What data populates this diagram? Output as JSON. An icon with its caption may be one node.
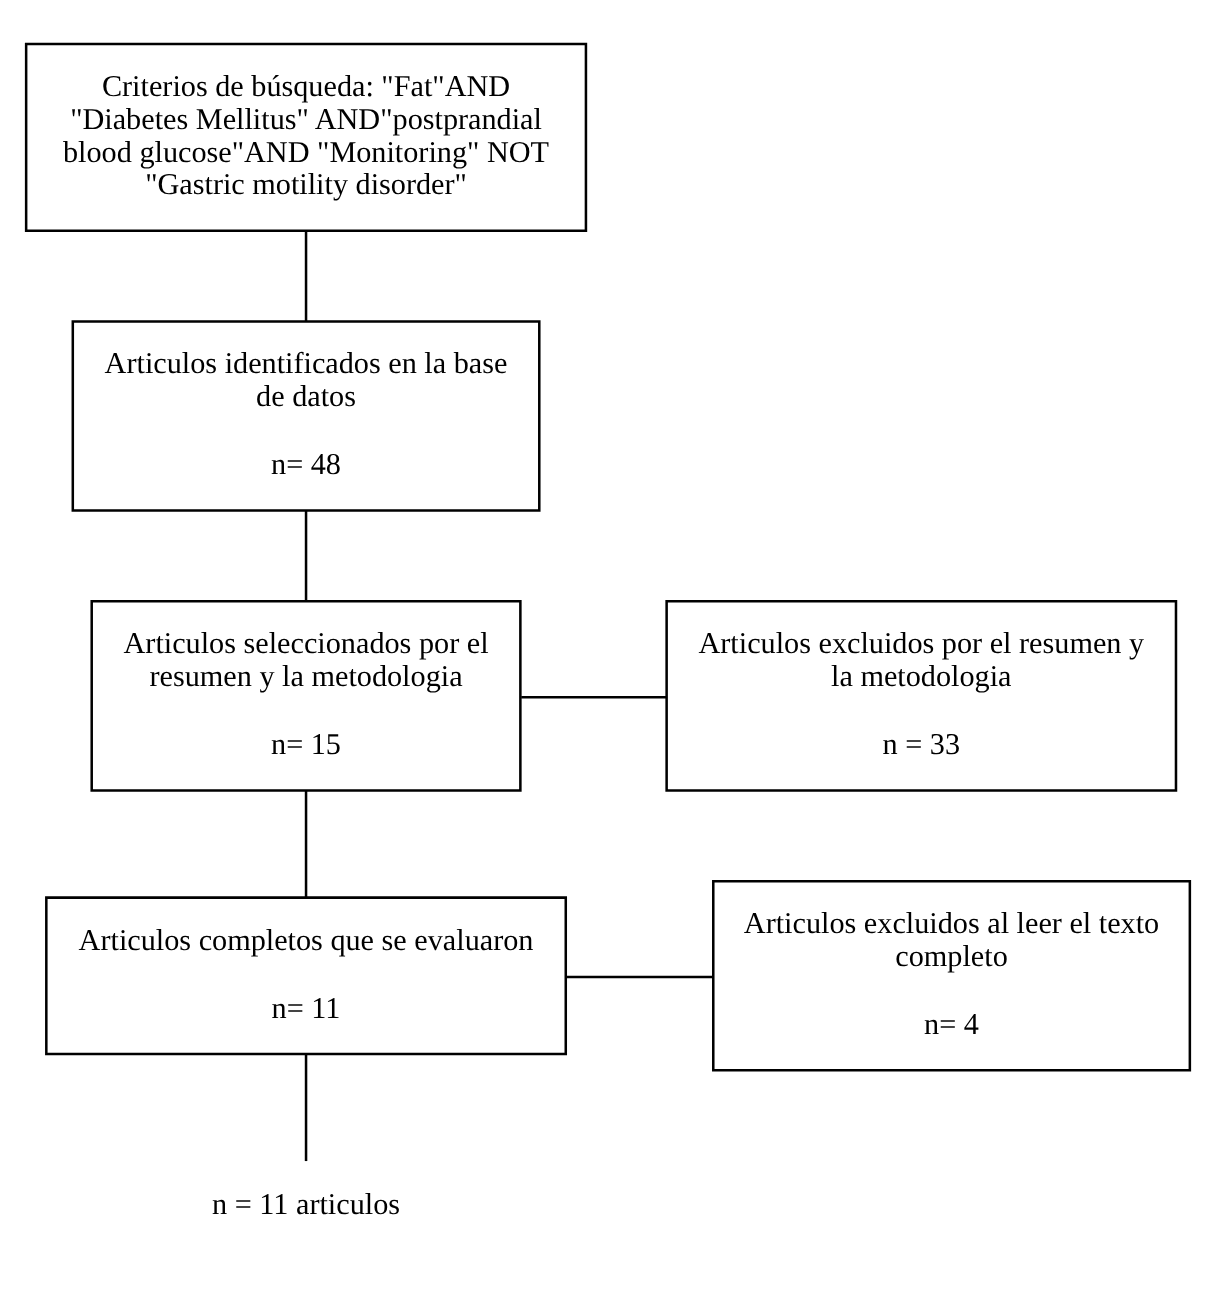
{
  "diagram": {
    "nodes": [
      {
        "text": [
          "Criterios de búsqueda: \"Fat\"AND \"Diabetes Mellitus\" AND\"postprandial blood glucose\"AND \"Monitoring\" NOT \"Gastric motility disorder\""
        ]
      },
      {
        "text": [
          "Articulos identificados en la base de datos",
          "n= 48"
        ]
      },
      {
        "text": [
          "Articulos seleccionados por el resumen y la metodologia",
          "n= 15"
        ]
      },
      {
        "text": [
          "Articulos excluidos por el resumen y la metodologia",
          "n = 33"
        ]
      },
      {
        "text": [
          "Articulos completos que se evaluaron",
          "n= 11"
        ]
      },
      {
        "text": [
          "Articulos excluidos al leer el texto completo",
          "n= 4"
        ]
      },
      {
        "text": [
          "n = 11 articulos"
        ]
      }
    ],
    "edges": [
      {
        "from": 0,
        "to": 1,
        "arrow": "none"
      },
      {
        "from": 1,
        "to": 2,
        "arrow": "none"
      },
      {
        "from": 2,
        "to": 3,
        "arrow": "none"
      },
      {
        "from": 2,
        "to": 4,
        "arrow": "none"
      },
      {
        "from": 4,
        "to": 5,
        "arrow": "none"
      },
      {
        "from": 4,
        "to": 6,
        "arrow": "none"
      }
    ]
  }
}
